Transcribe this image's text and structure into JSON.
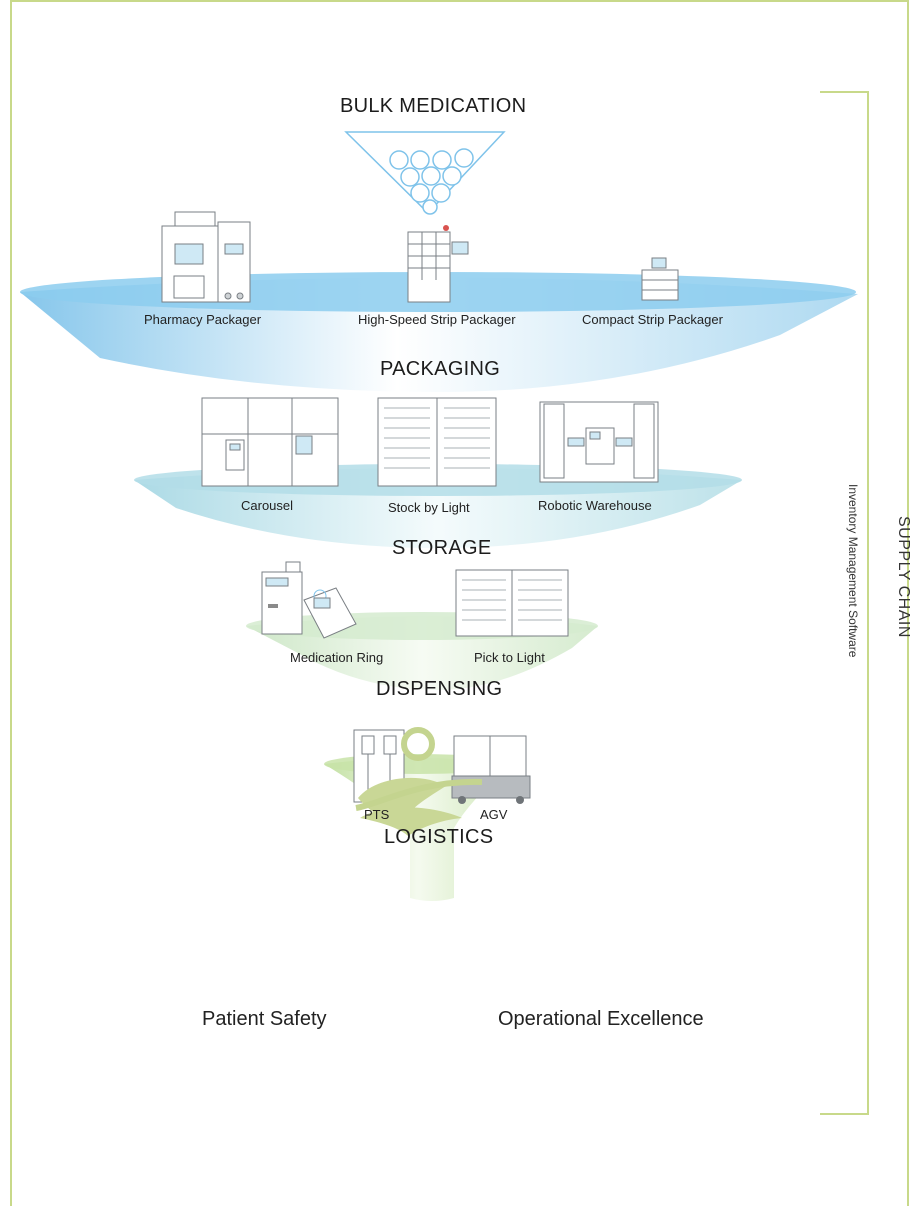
{
  "title": "BULK MEDICATION",
  "stages": {
    "packaging": {
      "label": "PACKAGING",
      "items": [
        "Pharmacy Packager",
        "High-Speed Strip Packager",
        "Compact Strip Packager"
      ]
    },
    "storage": {
      "label": "STORAGE",
      "items": [
        "Carousel",
        "Stock by Light",
        "Robotic Warehouse"
      ]
    },
    "dispensing": {
      "label": "DISPENSING",
      "items": [
        "Medication Ring",
        "Pick to Light"
      ]
    },
    "logistics": {
      "label": "LOGISTICS",
      "items": [
        "PTS",
        "AGV"
      ]
    }
  },
  "outcomes": {
    "left": "Patient Safety",
    "right": "Operational Excellence"
  },
  "side": {
    "software": "Inventory Management Software",
    "chain": "SUPPLY CHAIN"
  },
  "colors": {
    "frame": "#c8d98a",
    "packaging": "#8fcbeb",
    "storage": "#b7dfe6",
    "dispensing": "#d8ecd3",
    "logistics": "#cde6b3",
    "logo": "#c4d48f"
  }
}
